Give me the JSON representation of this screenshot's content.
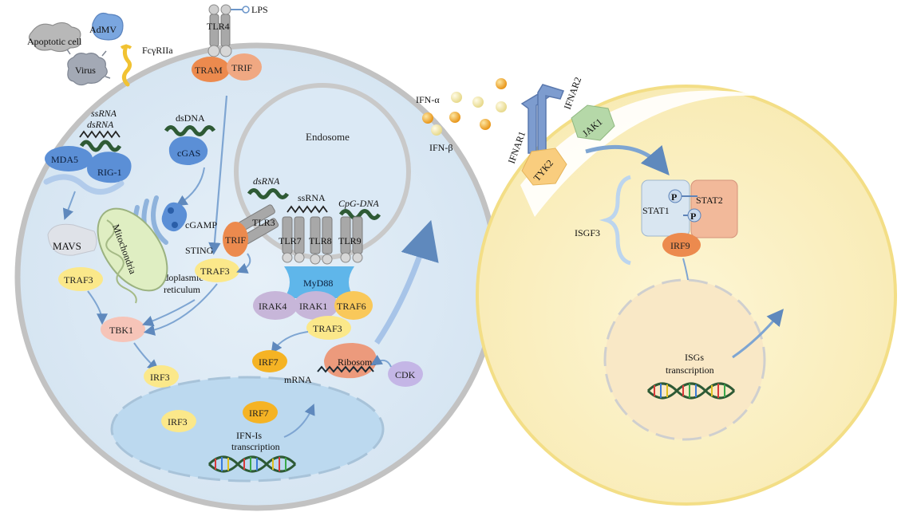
{
  "labels": {
    "lps": "LPS",
    "tlr4": "TLR4",
    "tram": "TRAM",
    "trif_top": "TRIF",
    "adenovirus": "AdMV",
    "apoptotic_cell": "Apoptotic cell",
    "virus": "Virus",
    "fc_receptor": "FcγRIIa",
    "ssrna_cyto": "ssRNA",
    "dsrna_cyto": "dsRNA",
    "mda5": "MDA5",
    "rig1": "RIG-1",
    "dsdna_cyto": "dsDNA",
    "cgas": "cGAS",
    "cgamp": "cGAMP",
    "sting": "STING",
    "mavs": "MAVS",
    "mitochondria": "Mitochondria",
    "er_line1": "Endoplasmic",
    "er_line2": "reticulum",
    "traf3_mavs": "TRAF3",
    "traf3_sting": "TRAF3",
    "tbk1": "TBK1",
    "irf3_cyto": "IRF3",
    "irf3_nuc": "IRF3",
    "irf7_nuc": "IRF7",
    "ifn_tx_line1": "IFN-Is",
    "ifn_tx_line2": "transcription",
    "endosome": "Endosome",
    "dsrna_endo": "dsRNA",
    "ssrna_endo": "ssRNA",
    "cpg_dna": "CpG-DNA",
    "tlr3": "TLR3",
    "trif_endo": "TRIF",
    "tlr7": "TLR7",
    "tlr8": "TLR8",
    "tlr9": "TLR9",
    "myd88": "MyD88",
    "irak4": "IRAK4",
    "irak1": "IRAK1",
    "traf6": "TRAF6",
    "traf3_myd": "TRAF3",
    "irf7_cyto": "IRF7",
    "ribosome": "Ribosome",
    "mrna": "mRNA",
    "cdk": "CDK",
    "ifn_alpha": "IFN-α",
    "ifn_beta": "IFN-β",
    "ifnar1": "IFNAR1",
    "ifnar2": "IFNAR2",
    "jak1": "JAK1",
    "tyk2": "TYK2",
    "stat1": "STAT1",
    "stat2": "STAT2",
    "phospho": "P",
    "phospho2": "P",
    "isgf3": "ISGF3",
    "irf9": "IRF9",
    "isgs_line1": "ISGs",
    "isgs_line2": "transcription"
  },
  "colors": {
    "left_cell_fill": "#dbe9f5",
    "left_cell_border": "#c6c6c6",
    "right_cell_fill": "#fbf2c6",
    "right_cell_border": "#f4df8a",
    "nucleus_left": "#bcd9ef",
    "nucleus_right": "#f9e8c6",
    "blue_protein": "#5b8fd6",
    "orange_protein": "#ec8a4e",
    "yellow_protein": "#fbe88a",
    "gold_protein": "#f5b324",
    "pink_protein": "#f6c4b8",
    "purple_protein": "#c7b6d9",
    "myd88": "#5fb6ea",
    "receptor_blue": "#7d9ccf",
    "jak1": "#b5d8a8",
    "tyk2": "#f9cd7e",
    "stat1": "#d9e6f1",
    "stat2": "#f2b99a",
    "dna_dark": "#2e5a35",
    "arrow": "#8aaed4"
  }
}
